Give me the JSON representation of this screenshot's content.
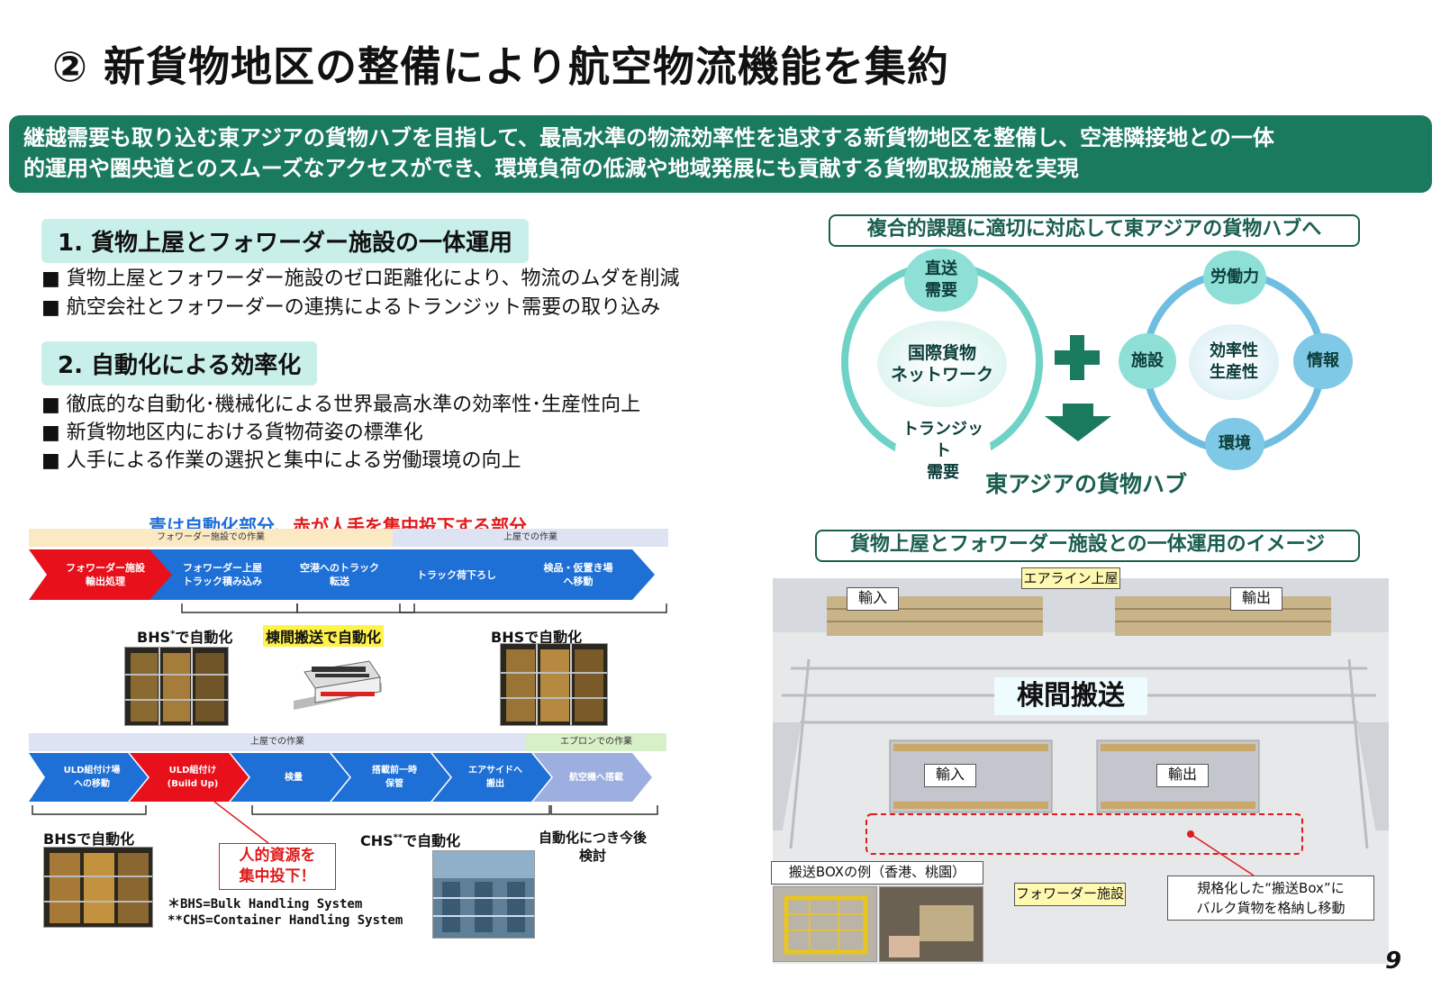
{
  "title": "② 新貨物地区の整備により航空物流機能を集約",
  "banner": {
    "line1": "継越需要も取り込む東アジアの貨物ハブを目指して、最高水準の物流効率性を追求する新貨物地区を整備し、空港隣接地との一体",
    "line2": "的運用や圏央道とのスムーズなアクセスができ、環境負荷の低減や地域発展にも貢献する貨物取扱施設を実現"
  },
  "sections": [
    {
      "heading": "1. 貨物上屋とフォワーダー施設の一体運用",
      "bullets": [
        "■ 貨物上屋とフォワーダー施設のゼロ距離化により、物流のムダを削減",
        "■ 航空会社とフォワーダーの連携によるトランジット需要の取り込み"
      ]
    },
    {
      "heading": "2. 自動化による効率化",
      "bullets": [
        "■ 徹底的な自動化･機械化による世界最高水準の効率性･生産性向上",
        "■ 新貨物地区内における貨物荷姿の標準化",
        "■ 人手による作業の選択と集中による労働環境の向上"
      ]
    }
  ],
  "flow": {
    "caption_blue": "青は自動化部分",
    "caption_sep": "、",
    "caption_red": "赤が人手を集中投下する部分",
    "row1_bands": [
      "フォワーダー施設での作業",
      "上屋での作業"
    ],
    "row1_steps": [
      {
        "l1": "フォワーダー施設",
        "l2": "輸出処理"
      },
      {
        "l1": "フォワーダー上屋",
        "l2": "トラック積み込み"
      },
      {
        "l1": "空港へのトラック",
        "l2": "転送"
      },
      {
        "l1": "トラック荷下ろし",
        "l2": ""
      },
      {
        "l1": "検品・仮置き場",
        "l2": "へ移動"
      }
    ],
    "row1_labels": {
      "bhs1_main": "BHS",
      "bhs1_sup": "*",
      "bhs1_rest": "で自動化",
      "tokan": "棟間搬送で自動化",
      "bhs2": "BHSで自動化"
    },
    "row2_bands": [
      "上屋での作業",
      "エプロンでの作業"
    ],
    "row2_steps": [
      {
        "l1": "ULD組付け場",
        "l2": "への移動"
      },
      {
        "l1": "ULD組付け",
        "l2": "(Build Up)"
      },
      {
        "l1": "検量",
        "l2": ""
      },
      {
        "l1": "搭載前一時",
        "l2": "保管"
      },
      {
        "l1": "エアサイドへ",
        "l2": "搬出"
      },
      {
        "l1": "航空機へ搭載",
        "l2": ""
      }
    ],
    "row2_labels": {
      "bhs3": "BHSで自動化",
      "chs_main": "CHS",
      "chs_sup": "**",
      "chs_rest": "で自動化",
      "future_l1": "自動化につき今後",
      "future_l2": "検討",
      "human_l1": "人的資源を",
      "human_l2": "集中投下！"
    },
    "notes": [
      "＊BHS=Bulk Handling System",
      "**CHS=Container Handling System"
    ]
  },
  "hub": {
    "frame_title": "複合的課題に適切に対応して東アジアの貨物ハブへ",
    "left_center_l1": "国際貨物",
    "left_center_l2": "ネットワーク",
    "left_top_l1": "直送",
    "left_top_l2": "需要",
    "left_bottom_l1": "トランジット",
    "left_bottom_l2": "需要",
    "right_center_l1": "効率性",
    "right_center_l2": "生産性",
    "right_top": "労働力",
    "right_left": "施設",
    "right_right": "情報",
    "right_bottom": "環境",
    "result": "東アジアの貨物ハブ"
  },
  "image": {
    "frame_title": "貨物上屋とフォワーダー施設との一体運用のイメージ",
    "airline": "エアライン上屋",
    "import_top": "輸入",
    "export_top": "輸出",
    "center": "棟間搬送",
    "import_bottom": "輸入",
    "export_bottom": "輸出",
    "forwarder": "フォワーダー施設",
    "box_example": "搬送BOXの例（香港、桃園）",
    "callout_l1": "規格化した“搬送Box”に",
    "callout_l2": "バルク貨物を格納し移動"
  },
  "page_number": "9",
  "colors": {
    "banner": "#1a7a5e",
    "section_head": "#c9efea",
    "auto_blue": "#1e6fd6",
    "human_red": "#e01b1b",
    "band_forwarder": "#fbe9c4",
    "band_shed": "#dde3f2",
    "band_apron": "#d8f0c8",
    "hub_teal": "#1a7a5e"
  }
}
